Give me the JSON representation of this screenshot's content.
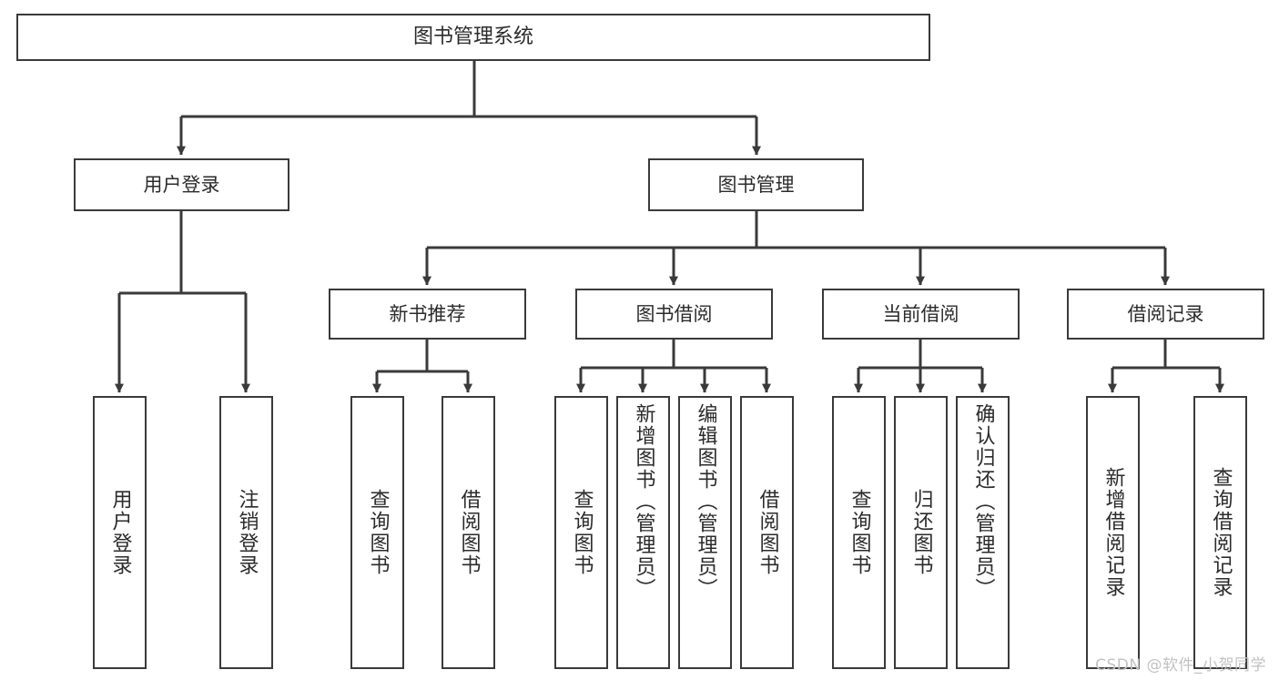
{
  "diagram": {
    "title": "图书管理系统",
    "type": "tree-hierarchy",
    "orientation": "top-down",
    "colors": {
      "node_border": "#3a3a3a",
      "node_fill": "#ffffff",
      "edge": "#3a3a3a",
      "text": "#2b2b2b",
      "watermark": "#c2c2c2",
      "background": "#ffffff"
    }
  },
  "root": {
    "label": "图书管理系统"
  },
  "level2": [
    {
      "label": "用户登录"
    },
    {
      "label": "图书管理"
    }
  ],
  "level3": [
    {
      "label": "新书推荐"
    },
    {
      "label": "图书借阅"
    },
    {
      "label": "当前借阅"
    },
    {
      "label": "借阅记录"
    }
  ],
  "leaves": {
    "user_login": [
      {
        "label": "用户登录"
      },
      {
        "label": "注销登录"
      }
    ],
    "new_book_recommend": [
      {
        "label": "查询图书"
      },
      {
        "label": "借阅图书"
      }
    ],
    "book_borrow": [
      {
        "label": "查询图书"
      },
      {
        "label": "新增图书（管理员）"
      },
      {
        "label": "编辑图书（管理员）"
      },
      {
        "label": "借阅图书"
      }
    ],
    "current_borrow": [
      {
        "label": "查询图书"
      },
      {
        "label": "归还图书"
      },
      {
        "label": "确认归还（管理员）"
      }
    ],
    "borrow_record": [
      {
        "label": "新增借阅记录"
      },
      {
        "label": "查询借阅记录"
      }
    ]
  },
  "watermark": {
    "text": "CSDN @软件_小贺同学"
  }
}
